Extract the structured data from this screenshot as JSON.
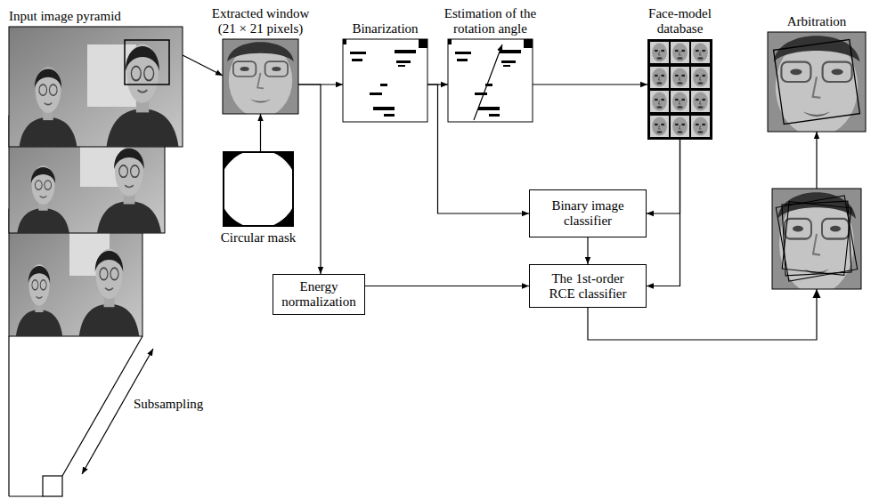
{
  "diagram": {
    "nodes": [
      {
        "text": [
          "Input image pyramid"
        ]
      },
      {
        "text": [
          "Extracted window (21 × 21 pixels)"
        ]
      },
      {
        "text": [
          "Binarization"
        ]
      },
      {
        "text": [
          "Estimation of the rotation angle"
        ]
      },
      {
        "text": [
          "Face-model database"
        ]
      },
      {
        "text": [
          "Arbitration"
        ]
      },
      {
        "text": [
          "Circular mask"
        ]
      },
      {
        "text": [
          "Binary image classifier"
        ]
      },
      {
        "text": [
          "Energy normalization"
        ]
      },
      {
        "text": [
          "The 1st-order RCE classifier"
        ]
      }
    ],
    "edges": [
      {
        "from": 0,
        "to": 1,
        "arrow": "to"
      },
      {
        "from": 6,
        "to": 1,
        "arrow": "to"
      },
      {
        "from": 1,
        "to": 2,
        "arrow": "to"
      },
      {
        "from": 2,
        "to": 3,
        "arrow": "to"
      },
      {
        "from": 3,
        "to": 4,
        "arrow": "to"
      },
      {
        "from": 1,
        "to": 8,
        "arrow": "to"
      },
      {
        "from": 2,
        "to": 7,
        "arrow": "to"
      },
      {
        "from": 4,
        "to": 7,
        "arrow": "to"
      },
      {
        "from": 4,
        "to": 9,
        "arrow": "to"
      },
      {
        "from": 7,
        "to": 9,
        "arrow": "to"
      },
      {
        "from": 8,
        "to": 9,
        "arrow": "to"
      },
      {
        "from": 9,
        "to": 5,
        "arrow": "to"
      }
    ],
    "labels": [
      "Subsampling"
    ]
  }
}
